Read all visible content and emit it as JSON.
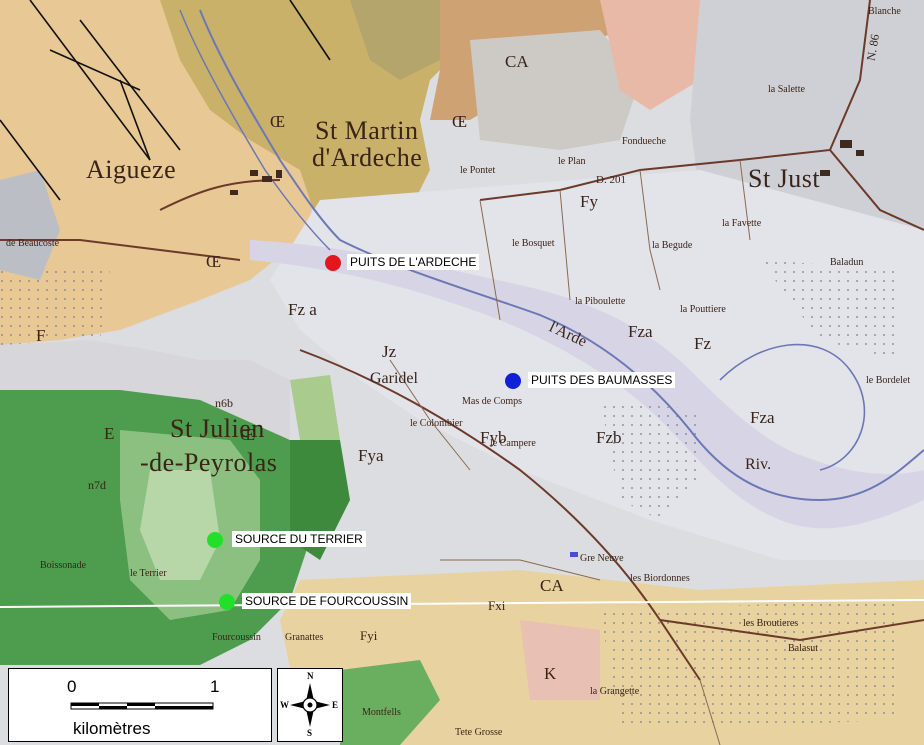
{
  "markers": [
    {
      "label": "PUITS DE L'ARDECHE",
      "color": "#e3161d"
    },
    {
      "label": "PUITS DES BAUMASSES",
      "color": "#1020d8"
    },
    {
      "label": "SOURCE DU TERRIER",
      "color": "#22e02a"
    },
    {
      "label": "SOURCE DE FOURCOUSSIN",
      "color": "#22e02a"
    }
  ],
  "places": {
    "st_martin": "St Martin",
    "d_ardeche": "d'Ardeche",
    "aigueze": "Aigueze",
    "st_just": "St Just",
    "st_julien": "St Julien",
    "de_peyrolas": "-de-Peyrolas",
    "fondueche": "Fondueche",
    "le_plan": "le Plan",
    "le_pontet": "le Pontet",
    "le_bosquet": "le Bosquet",
    "la_begude": "la Begude",
    "la_favette": "la Favette",
    "baladun": "Baladun",
    "la_piboulette": "la Piboulette",
    "la_pouttiere": "la Pouttiere",
    "garidel": "Garidel",
    "mas_de_comps": "Mas de Comps",
    "le_colombier": "le Colombier",
    "le_campere": "le Campere",
    "le_bordelet": "le Bordelet",
    "boissonade": "Boissonade",
    "le_terrier": "le Terrier",
    "les_biordonnes": "les Biordonnes",
    "les_broutieres": "les Broutieres",
    "balasut": "Balasut",
    "granattes": "Granattes",
    "montfells": "Montfells",
    "tete_grosse": "Tete Grosse",
    "la_grangette": "la Grangette",
    "blanche": "Blanche",
    "la_salette": "la Salette",
    "beaucoste": "de Beaucoste",
    "riv": "Riv.",
    "ardeche_river": "l'Arde",
    "fourcoussin": "Fourcoussin",
    "gre_neuve": "Gre Neuve"
  },
  "codes": {
    "oe1": "Œ",
    "oe2": "Œ",
    "oe3": "Œ",
    "oe4": "Œ",
    "fy": "Fy",
    "fza1": "Fza",
    "fza2": "Fza",
    "fza3": "Fz a",
    "fz": "Fz",
    "fzb": "Fzb",
    "fyb": "Fyb",
    "fya": "Fya",
    "jz": "Jz",
    "ca1": "CA",
    "ca2": "CA",
    "e": "E",
    "f": "F",
    "n6b": "n6b",
    "n7d": "n7d",
    "k": "K",
    "fxi": "Fxi",
    "fyi": "Fyi",
    "n86": "N. 86",
    "d201": "D. 201"
  },
  "scale_bar": {
    "label_start": "0",
    "label_end": "1",
    "unit": "kilomètres"
  },
  "compass": {
    "n": "N",
    "s": "S",
    "e": "E",
    "w": "W"
  }
}
